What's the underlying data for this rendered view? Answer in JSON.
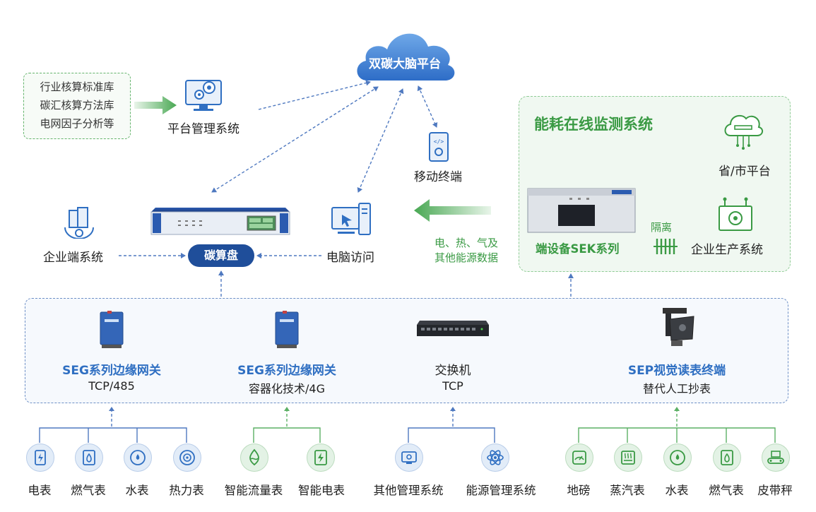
{
  "cloud": {
    "label": "双碳大脑平台"
  },
  "knowledge_box": {
    "lines": [
      "行业核算标准库",
      "碳汇核算方法库",
      "电网因子分析等"
    ]
  },
  "platform_mgmt": {
    "label": "平台管理系统"
  },
  "mobile": {
    "label": "移动终端"
  },
  "enterprise": {
    "label": "企业端系统"
  },
  "carbon_box": {
    "label": "碳算盘"
  },
  "pc_access": {
    "label": "电脑访问"
  },
  "energy_data": {
    "line1": "电、热、气及",
    "line2": "其他能源数据"
  },
  "energy_monitor": {
    "title": "能耗在线监测系统",
    "province": "省/市平台",
    "device": "端设备SEK系列",
    "isolation": "隔离",
    "production": "企业生产系统"
  },
  "gateways": [
    {
      "title": "SEG系列边缘网关",
      "sub": "TCP/485"
    },
    {
      "title": "SEG系列边缘网关",
      "sub": "容器化技术/4G"
    },
    {
      "title": "交换机",
      "sub": "TCP"
    },
    {
      "title": "SEP视觉读表终端",
      "sub": "替代人工抄表"
    }
  ],
  "meters": [
    {
      "label": "电表",
      "icon": "electric-meter-icon",
      "group": "blue"
    },
    {
      "label": "燃气表",
      "icon": "gas-meter-icon",
      "group": "blue"
    },
    {
      "label": "水表",
      "icon": "water-meter-icon",
      "group": "blue"
    },
    {
      "label": "热力表",
      "icon": "heat-meter-icon",
      "group": "blue"
    },
    {
      "label": "智能流量表",
      "icon": "flow-meter-icon",
      "group": "green"
    },
    {
      "label": "智能电表",
      "icon": "smart-electric-meter-icon",
      "group": "green"
    },
    {
      "label": "其他管理系统",
      "icon": "other-system-icon",
      "group": "blue"
    },
    {
      "label": "能源管理系统",
      "icon": "energy-system-icon",
      "group": "blue"
    },
    {
      "label": "地磅",
      "icon": "weighbridge-icon",
      "group": "green"
    },
    {
      "label": "蒸汽表",
      "icon": "steam-meter-icon",
      "group": "green"
    },
    {
      "label": "水表",
      "icon": "water-meter-icon",
      "group": "green"
    },
    {
      "label": "燃气表",
      "icon": "gas-meter-icon",
      "group": "green"
    },
    {
      "label": "皮带秤",
      "icon": "belt-scale-icon",
      "group": "green"
    }
  ],
  "colors": {
    "blue": "#2f6fc2",
    "navy": "#1f4e9a",
    "green": "#3a9a44",
    "line_blue": "#4f79c0"
  }
}
